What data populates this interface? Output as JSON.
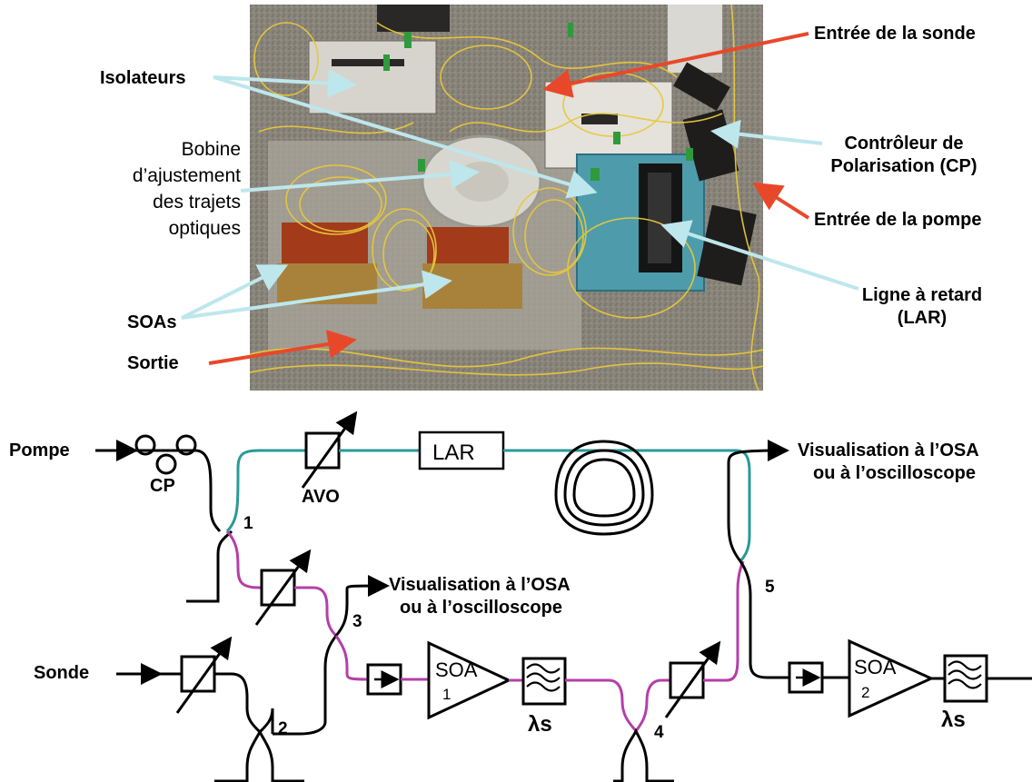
{
  "photo_labels": {
    "isolateurs": "Isolateurs",
    "bobine": [
      "Bobine",
      "d’ajustement",
      "des trajets",
      "optiques"
    ],
    "soas": "SOAs",
    "sortie": "Sortie",
    "entree_sonde": "Entrée de la sonde",
    "controleur": [
      "Contrôleur de",
      "Polarisation (CP)"
    ],
    "entree_pompe": "Entrée de la pompe",
    "ligne": [
      "Ligne à retard",
      "(LAR)"
    ]
  },
  "diagram": {
    "pompe": "Pompe",
    "sonde": "Sonde",
    "cp": "CP",
    "avo": "AVO",
    "lar": "LAR",
    "soa": "SOA",
    "soa1_num": "1",
    "soa2_num": "2",
    "lambda_s": "λs",
    "coupler1": "1",
    "coupler2": "2",
    "coupler3": "3",
    "coupler4": "4",
    "coupler5": "5",
    "visu_top": [
      "Visualisation à l’OSA",
      "ou à l’oscilloscope"
    ],
    "visu_mid": [
      "Visualisation à l’OSA",
      "ou à l’oscilloscope"
    ]
  },
  "colors": {
    "pump_path": "#2a9a96",
    "probe_path": "#b43fa8",
    "fiber": "#000000",
    "arrow_red": "#e8482a",
    "arrow_cyan": "#bde7ec",
    "photo_bg": "#7d7a72",
    "fiber_yellow": "#e8c838"
  }
}
